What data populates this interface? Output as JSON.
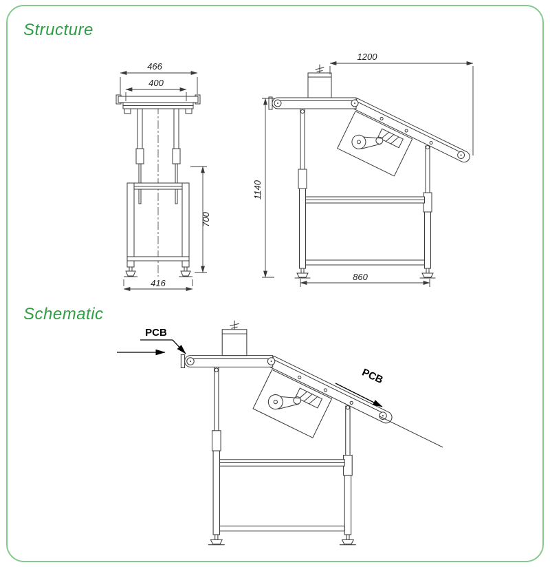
{
  "page": {
    "background_color": "#ffffff",
    "border_color": "#86c98c",
    "heading_color": "#2f9e44",
    "line_color": "#3a3a3a"
  },
  "structure_section": {
    "title": "Structure",
    "front_view": {
      "overall_width": "466",
      "belt_width": "400",
      "stand_height": "700",
      "base_width": "416"
    },
    "side_view": {
      "conveyor_length": "1200",
      "overall_height": "1140",
      "base_length": "860"
    }
  },
  "schematic_section": {
    "title": "Schematic",
    "pcb_in_label": "PCB",
    "pcb_out_label": "PCB"
  }
}
